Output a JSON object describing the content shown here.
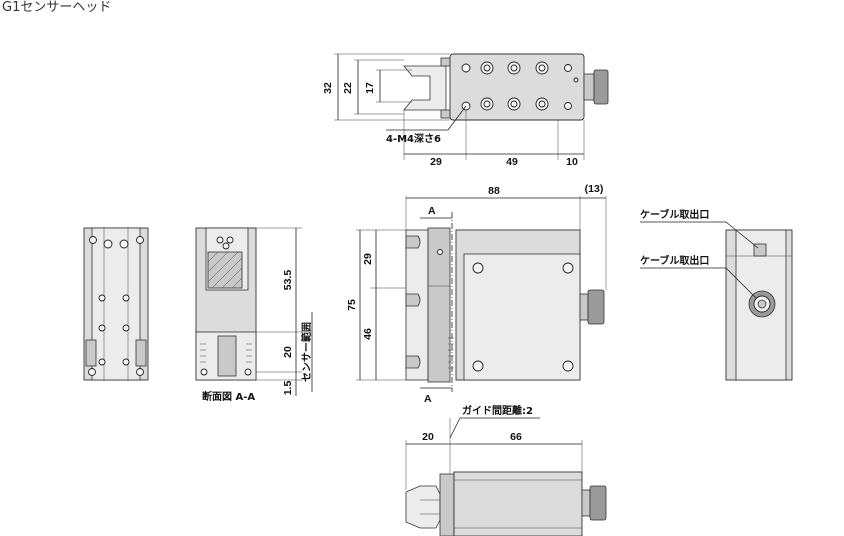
{
  "title": "G1センサーヘッド",
  "top_view": {
    "dim_height_32": "32",
    "dim_height_22": "22",
    "dim_height_17": "17",
    "dim_29": "29",
    "dim_49": "49",
    "dim_10": "10",
    "hole_callout": "4-M4深さ6"
  },
  "front_view": {
    "dim_88": "88",
    "dim_13": "(13)",
    "dim_75": "75",
    "dim_29": "29",
    "dim_46": "46",
    "section_mark_top": "A",
    "section_mark_bottom": "A"
  },
  "section_view": {
    "dim_53_5": "53.5",
    "dim_20": "20",
    "dim_1_5": "1.5",
    "sensor_range": "センサー範囲",
    "caption": "断面図 A-A"
  },
  "side_view": {
    "cable_outlet_1": "ケーブル取出口",
    "cable_outlet_2": "ケーブル取出口"
  },
  "bottom_view": {
    "guide_gap": "ガイド間距離:2",
    "dim_20": "20",
    "dim_66": "66"
  }
}
